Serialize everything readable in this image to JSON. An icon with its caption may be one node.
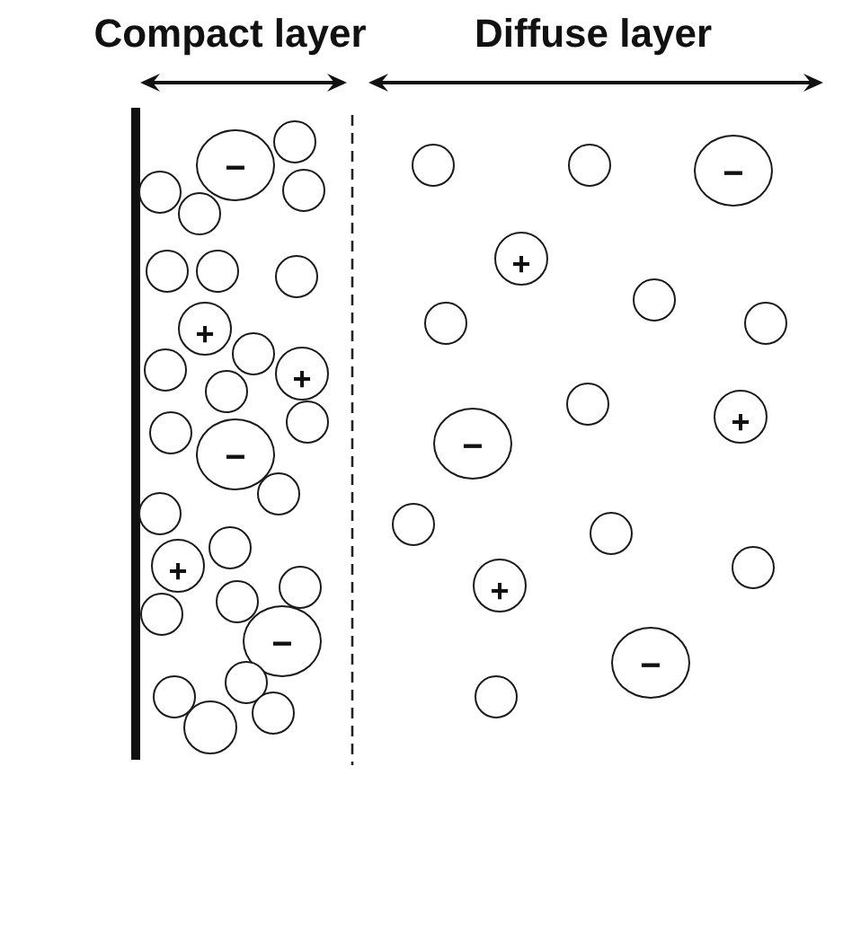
{
  "diagram": {
    "nodes": [
      {
        "text": [
          "−"
        ]
      },
      {
        "text": [],
        "shape": "circle"
      },
      {
        "text": [],
        "shape": "circle"
      },
      {
        "text": [],
        "shape": "circle"
      },
      {
        "text": [],
        "shape": "circle"
      },
      {
        "text": [],
        "shape": "circle"
      },
      {
        "text": [],
        "shape": "circle"
      },
      {
        "text": [],
        "shape": "circle"
      },
      {
        "text": [
          "+"
        ]
      },
      {
        "text": [],
        "shape": "circle"
      },
      {
        "text": [],
        "shape": "circle"
      },
      {
        "text": [
          "+"
        ]
      },
      {
        "text": [],
        "shape": "circle"
      },
      {
        "text": [],
        "shape": "circle"
      },
      {
        "text": [],
        "shape": "circle"
      },
      {
        "text": [
          "−"
        ]
      },
      {
        "text": [],
        "shape": "circle"
      },
      {
        "text": [],
        "shape": "circle"
      },
      {
        "text": [],
        "shape": "circle"
      },
      {
        "text": [
          "+"
        ]
      },
      {
        "text": [],
        "shape": "circle"
      },
      {
        "text": [],
        "shape": "circle"
      },
      {
        "text": [],
        "shape": "circle"
      },
      {
        "text": [
          "−"
        ]
      },
      {
        "text": [],
        "shape": "circle"
      },
      {
        "text": [],
        "shape": "circle"
      },
      {
        "text": [],
        "shape": "circle"
      },
      {
        "text": [],
        "shape": "circle"
      },
      {
        "text": [],
        "shape": "circle"
      },
      {
        "text": [],
        "shape": "circle"
      },
      {
        "text": [
          "−"
        ]
      },
      {
        "text": [
          "+"
        ]
      },
      {
        "text": [],
        "shape": "circle"
      },
      {
        "text": [],
        "shape": "circle"
      },
      {
        "text": [],
        "shape": "circle"
      },
      {
        "text": [
          "−"
        ]
      },
      {
        "text": [],
        "shape": "circle"
      },
      {
        "text": [
          "+"
        ]
      },
      {
        "text": [],
        "shape": "circle"
      },
      {
        "text": [],
        "shape": "circle"
      },
      {
        "text": [],
        "shape": "circle"
      },
      {
        "text": [
          "+"
        ]
      },
      {
        "text": [
          "−"
        ]
      },
      {
        "text": [],
        "shape": "circle"
      }
    ],
    "labels": [
      "Compact layer",
      "Diffuse layer"
    ]
  }
}
